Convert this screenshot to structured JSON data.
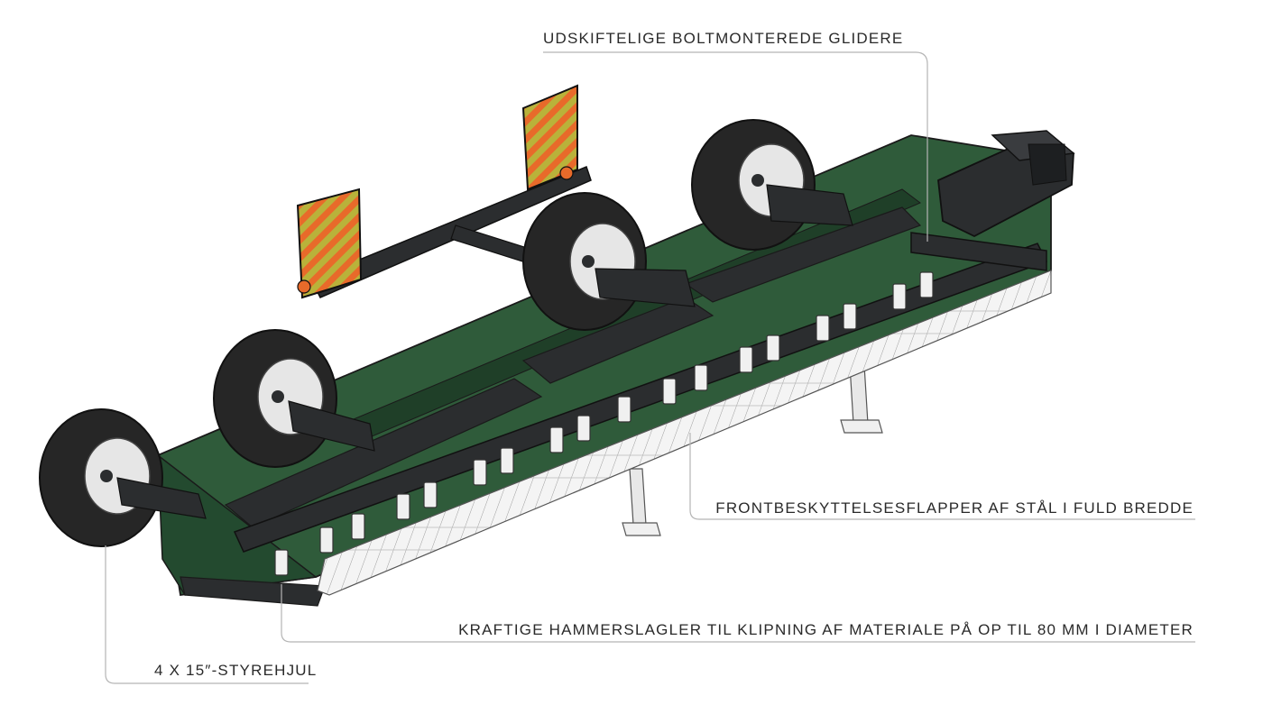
{
  "callouts": {
    "skids": "UDSKIFTELIGE BOLTMONTEREDE GLIDERE",
    "flaps": "FRONTBESKYTTELSESFLAPPER AF STÅL I FULD BREDDE",
    "hammers": "KRAFTIGE HAMMERSLAGLER TIL KLIPNING AF MATERIALE PÅ OP TIL 80 MM I DIAMETER",
    "wheels": "4 X 15″-STYREHJUL"
  },
  "colors": {
    "body_green": "#2f5b3a",
    "body_green_dark": "#1f3f28",
    "metal_dark": "#2b2d2f",
    "tyre": "#262626",
    "rim": "#e6e6e6",
    "flap": "#f4f4f4",
    "warning_orange": "#e86a2a",
    "warning_yellow": "#b9b23a",
    "leader_line": "#b5b5b5",
    "text": "#2a2a2a"
  }
}
